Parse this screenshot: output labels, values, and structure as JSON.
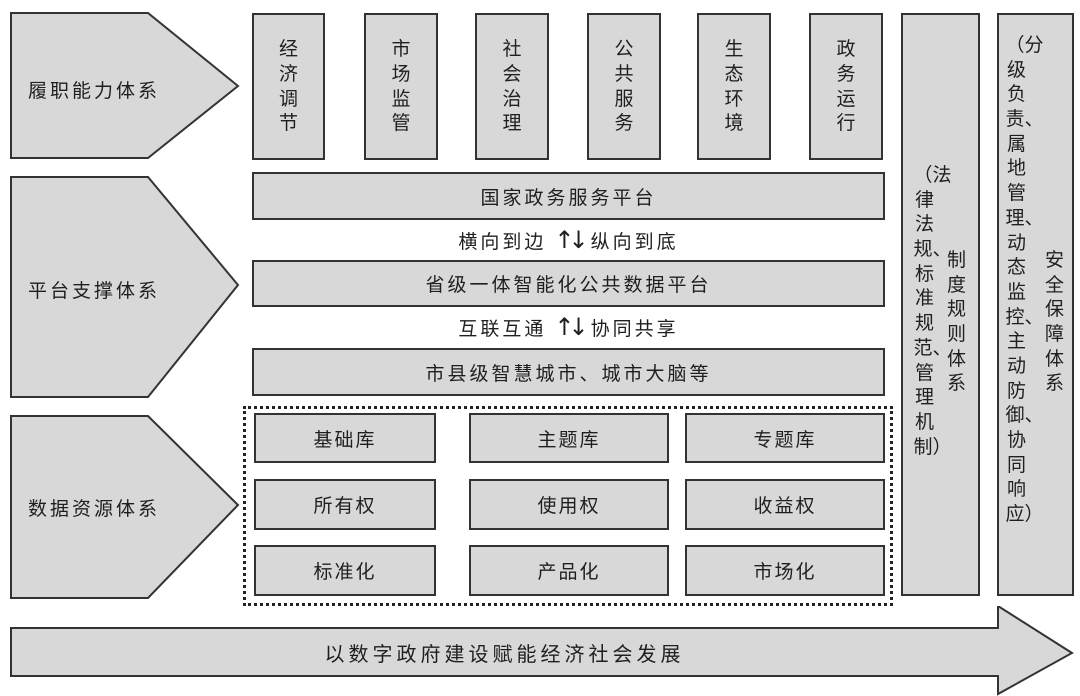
{
  "left_systems": {
    "fulfillment": "履职能力体系",
    "platform": "平台支撑体系",
    "data": "数据资源体系"
  },
  "capabilities": [
    "经济调节",
    "市场监管",
    "社会治理",
    "公共服务",
    "生态环境",
    "政务运行"
  ],
  "platforms": {
    "national": "国家政务服务平台",
    "connector1": {
      "left": "横向到边",
      "right": "纵向到底"
    },
    "provincial": "省级一体智能化公共数据平台",
    "connector2": {
      "left": "互联互通",
      "right": "协同共享"
    },
    "city": "市县级智慧城市、城市大脑等"
  },
  "data_grid": [
    [
      "基础库",
      "主题库",
      "专题库"
    ],
    [
      "所有权",
      "使用权",
      "收益权"
    ],
    [
      "标准化",
      "产品化",
      "市场化"
    ]
  ],
  "right_columns": {
    "system_note": "（法律法规、标准规范、管理机制）",
    "system_title": "制度规则体系",
    "security_note": "（分级负责、属地管理、动态监控、主动防御、协同响应）",
    "security_title": "安全保障体系"
  },
  "bottom_arrow": "以数字政府建设赋能经济社会发展",
  "colors": {
    "fill": "#d8d8d8",
    "stroke": "#333333",
    "background": "#ffffff"
  }
}
